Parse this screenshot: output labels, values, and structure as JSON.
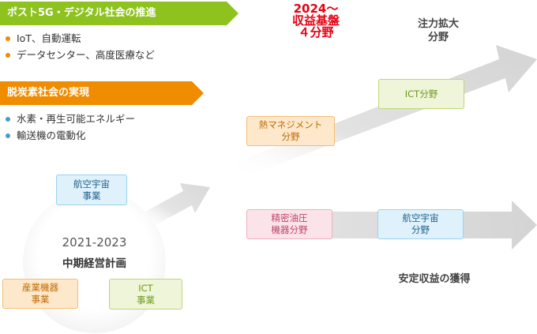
{
  "banners": {
    "post5g": "ポスト5G・デジタル社会の推進",
    "decarbon": "脱炭素社会の実現"
  },
  "bullets_post5g": [
    "IoT、自動運転",
    "データセンター、高度医療など"
  ],
  "bullets_decarbon": [
    "水素・再生可能エネルギー",
    "輸送機の電動化"
  ],
  "plan": {
    "years": "2021-2023",
    "name": "中期経営計画",
    "boxes": {
      "aerospace": "航空宇宙\n事業",
      "industrial": "産業機器\n事業",
      "ict": "ICT\n事業"
    }
  },
  "target": {
    "heading": "2024〜\n収益基盤\n４分野",
    "expansion_label": "注力拡大\n分野",
    "stable_label": "安定収益の獲得",
    "boxes": {
      "thermal": "熱マネジメント\n分野",
      "ict": "ICT分野",
      "hydraulics": "精密油圧\n機器分野",
      "aerospace": "航空宇宙\n分野"
    }
  },
  "colors": {
    "green": "#8dc21f",
    "orange": "#ef8c00",
    "red": "#e60012",
    "arrow": "#d9d9d9"
  }
}
